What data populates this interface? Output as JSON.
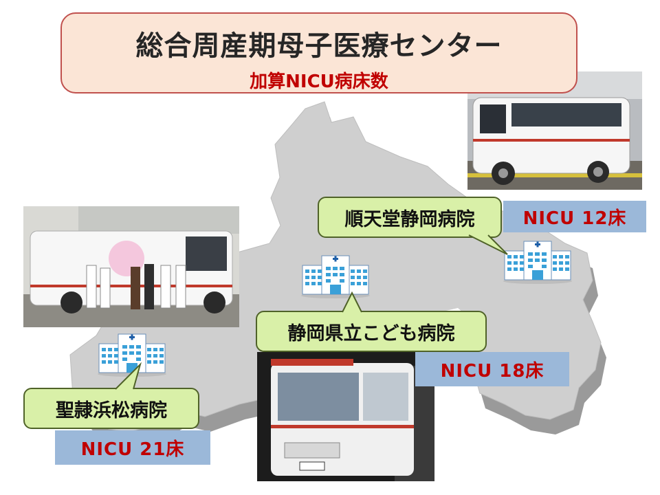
{
  "title": {
    "main": "総合周産期母子医療センター",
    "sub": "加算NICU病床数"
  },
  "hospitals": [
    {
      "name": "順天堂静岡病院",
      "nicu": "NICU 12床"
    },
    {
      "name": "静岡県立こども病院",
      "nicu": "NICU 18床"
    },
    {
      "name": "聖隷浜松病院",
      "nicu": "NICU 21床"
    }
  ],
  "icons": {
    "hospital": "hospital-building-icon"
  },
  "colors": {
    "title_bg": "#fbe5d6",
    "title_border": "#c0504d",
    "title_sub": "#c00000",
    "callout_bg": "#d9f0a8",
    "nicu_bg": "#9bb8d9",
    "nicu_text": "#c00000",
    "map_fill": "#cfcfcf"
  }
}
